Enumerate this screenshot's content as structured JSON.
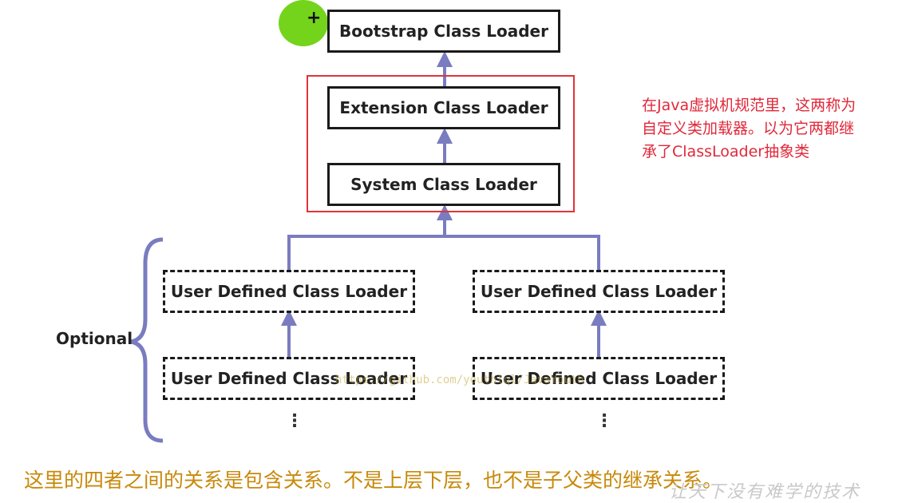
{
  "boxes": {
    "bootstrap": "Bootstrap Class Loader",
    "extension": "Extension Class Loader",
    "system": "System Class Loader",
    "user_left_top": "User Defined Class Loader",
    "user_right_top": "User Defined Class Loader",
    "user_left_bottom": "User Defined Class Loader",
    "user_right_bottom": "User Defined Class Loader"
  },
  "optional_label": "Optional",
  "ellipsis": "⋮",
  "note_lines": [
    "在Java虚拟机规范里，这两称为",
    "自定义类加载器。以为它两都继",
    "承了ClassLoader抽象类"
  ],
  "watermark": "https://github.com/youthlql/JavaYouth",
  "caption": "这里的四者之间的关系是包含关系。不是上层下层，也不是子父类的继承关系。",
  "corner_mark": "让天下没有难学的技术",
  "cursor_symbol": "+",
  "colors": {
    "arrow": "#7a7cc0",
    "note": "#e0283a",
    "frame": "#e0333a",
    "caption": "#c8890a",
    "cursor": "#74d41c"
  }
}
